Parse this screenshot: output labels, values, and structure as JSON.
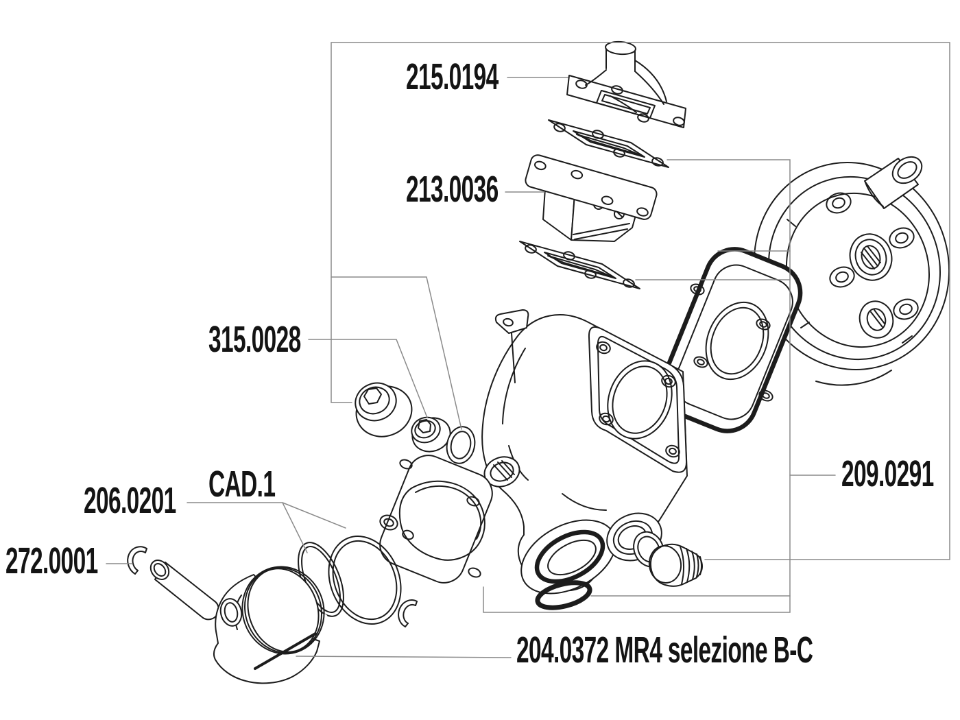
{
  "page": {
    "background": "#ffffff",
    "drawing_line_color": "#1c1c1c",
    "leader_line_color": "#8a8a8a"
  },
  "diagram": {
    "type": "exploded-parts-diagram",
    "subject": "engine cylinder kit exploded view",
    "labels": {
      "intake_manifold": "215.0194",
      "reed_valve_block": "213.0036",
      "plug_screw_set": "315.0028",
      "piston_ring_set": "206.0201",
      "ring_marking": "CAD.1",
      "circlip": "272.0001",
      "gasket_set": "209.0291",
      "piston_kit": "204.0372 MR4 selezione B-C"
    }
  }
}
